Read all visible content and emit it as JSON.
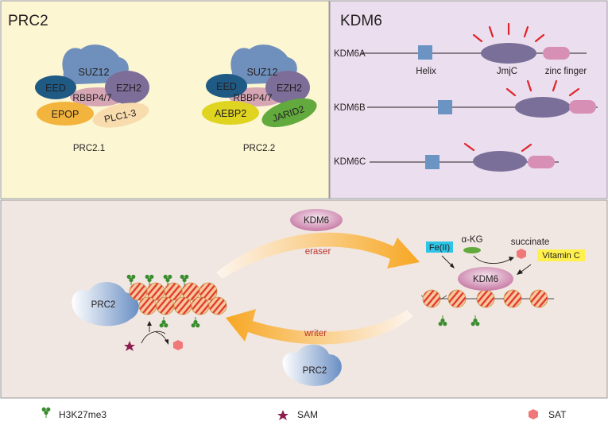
{
  "prc2_panel": {
    "title": "PRC2",
    "complex1": {
      "label": "PRC2.1",
      "suz12": "SUZ12",
      "eed": "EED",
      "ezh2": "EZH2",
      "rbbp": "RBBP4/7",
      "epop": "EPOP",
      "plc": "PLC1-3"
    },
    "complex2": {
      "label": "PRC2.2",
      "suz12": "SUZ12",
      "eed": "EED",
      "ezh2": "EZH2",
      "rbbp": "RBBP4/7",
      "aebp2": "AEBP2",
      "jarid2": "JARID2"
    }
  },
  "kdm6_panel": {
    "title": "KDM6",
    "genes": [
      "KDM6A",
      "KDM6B",
      "KDM6C"
    ],
    "domains": {
      "helix": "Helix",
      "jmjc": "JmjC",
      "zinc_finger": "zinc finger"
    }
  },
  "cycle_panel": {
    "kdm6_top": "KDM6",
    "eraser": "eraser",
    "writer": "writer",
    "prc2_left": "PRC2",
    "prc2_bottom": "PRC2",
    "fe": "Fe(II)",
    "akg": "α-KG",
    "succinate": "succinate",
    "vitamin_c": "Vitamin C",
    "kdm6_right": "KDM6"
  },
  "legend": [
    {
      "icon": "h3k27me3-icon",
      "label": "H3K27me3"
    },
    {
      "icon": "sam-icon",
      "label": "SAM"
    },
    {
      "icon": "sat-icon",
      "label": "SAT"
    }
  ],
  "colors": {
    "prc2_bg": "#fcf6d2",
    "kdm6_bg": "#ebdeee",
    "cycle_bg": "#f1e7e2",
    "suz12": "#6f90bc",
    "eed": "#1f5a85",
    "ezh2": "#7c6e98",
    "rbbp": "#d7a6b4",
    "epop": "#f2b43c",
    "plc": "#f8dcae",
    "aebp2": "#dfd420",
    "jarid2": "#62aa3e",
    "helix": "#6b94c3",
    "jmjc": "#7a6f99",
    "zinc": "#d88fb5",
    "red": "#e0242a",
    "h3k27me3": "#3a8d2f",
    "sam": "#8b1e4e",
    "sat": "#f07878",
    "arrow": "#f7a723",
    "fe_box": "#2ec4e6",
    "vitc_box": "#fff04e"
  }
}
